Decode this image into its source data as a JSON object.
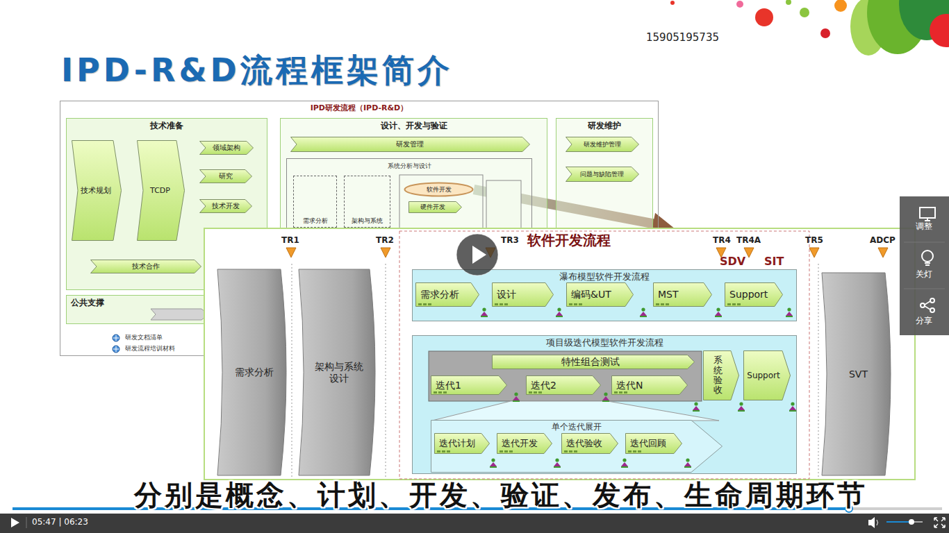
{
  "diagram": {
    "title": "IPD-R&D流程框架简介",
    "caption": "分别是概念、计划、开发、验证、发布、生命周期环节",
    "nodes": [
      {
        "text": [
          "IPD研发流程（IPD-R&D）"
        ]
      },
      {
        "text": [
          "技术准备"
        ],
        "in": 0
      },
      {
        "text": [
          "技术规划"
        ],
        "in": 1
      },
      {
        "text": [
          "TCDP"
        ],
        "in": 1
      },
      {
        "text": [
          "领域架构"
        ],
        "in": 1
      },
      {
        "text": [
          "研究"
        ],
        "in": 1
      },
      {
        "text": [
          "技术开发"
        ],
        "in": 1
      },
      {
        "text": [
          "技术合作"
        ],
        "in": 1
      },
      {
        "text": [
          "设计、开发与验证"
        ],
        "in": 0
      },
      {
        "text": [
          "研发管理"
        ],
        "in": 8
      },
      {
        "text": [
          "系统分析与设计"
        ],
        "in": 8
      },
      {
        "text": [
          "需求分析"
        ],
        "in": 10
      },
      {
        "text": [
          "架构与系统"
        ],
        "in": 10
      },
      {
        "text": [
          "软件开发"
        ],
        "in": 10
      },
      {
        "text": [
          "硬件开发"
        ],
        "in": 10
      },
      {
        "text": [
          "研发维护"
        ],
        "in": 0
      },
      {
        "text": [
          "研发维护管理"
        ],
        "in": 15
      },
      {
        "text": [
          "问题与缺陷管理"
        ],
        "in": 15
      },
      {
        "text": [
          "公共支撑"
        ],
        "in": 0
      },
      {
        "text": [
          "软件开发流程"
        ]
      },
      {
        "text": [
          "需求分析"
        ],
        "in": 19
      },
      {
        "text": [
          "架构与系统设计"
        ],
        "in": 19
      },
      {
        "text": [
          "瀑布模型软件开发流程"
        ],
        "in": 19
      },
      {
        "text": [
          "需求分析"
        ],
        "in": 22
      },
      {
        "text": [
          "设计"
        ],
        "in": 22
      },
      {
        "text": [
          "编码&UT"
        ],
        "in": 22
      },
      {
        "text": [
          "MST"
        ],
        "in": 22
      },
      {
        "text": [
          "Support"
        ],
        "in": 22
      },
      {
        "text": [
          "项目级迭代模型软件开发流程"
        ],
        "in": 19
      },
      {
        "text": [
          "特性组合测试"
        ],
        "in": 28
      },
      {
        "text": [
          "迭代1"
        ],
        "in": 28
      },
      {
        "text": [
          "迭代2"
        ],
        "in": 28
      },
      {
        "text": [
          "迭代N"
        ],
        "in": 28
      },
      {
        "text": [
          "系统验收"
        ],
        "in": 28
      },
      {
        "text": [
          "Support"
        ],
        "in": 28
      },
      {
        "text": [
          "单个迭代展开"
        ],
        "in": 28
      },
      {
        "text": [
          "迭代计划"
        ],
        "in": 35
      },
      {
        "text": [
          "迭代开发"
        ],
        "in": 35
      },
      {
        "text": [
          "迭代验收"
        ],
        "in": 35
      },
      {
        "text": [
          "迭代回顾"
        ],
        "in": 35
      },
      {
        "text": [
          "SVT"
        ],
        "in": 19
      }
    ],
    "edges": [
      {
        "from": 13,
        "to": 19,
        "arrow": "to"
      }
    ],
    "labels": [
      "15905195735",
      "TR1",
      "TR2",
      "TR3",
      "TR4",
      "TR4A",
      "SDV",
      "SIT",
      "TR5",
      "ADCP",
      "研发文档清单",
      "研发流程培训材料",
      "调整",
      "关灯",
      "分享",
      "05:47 | 06:23"
    ]
  }
}
